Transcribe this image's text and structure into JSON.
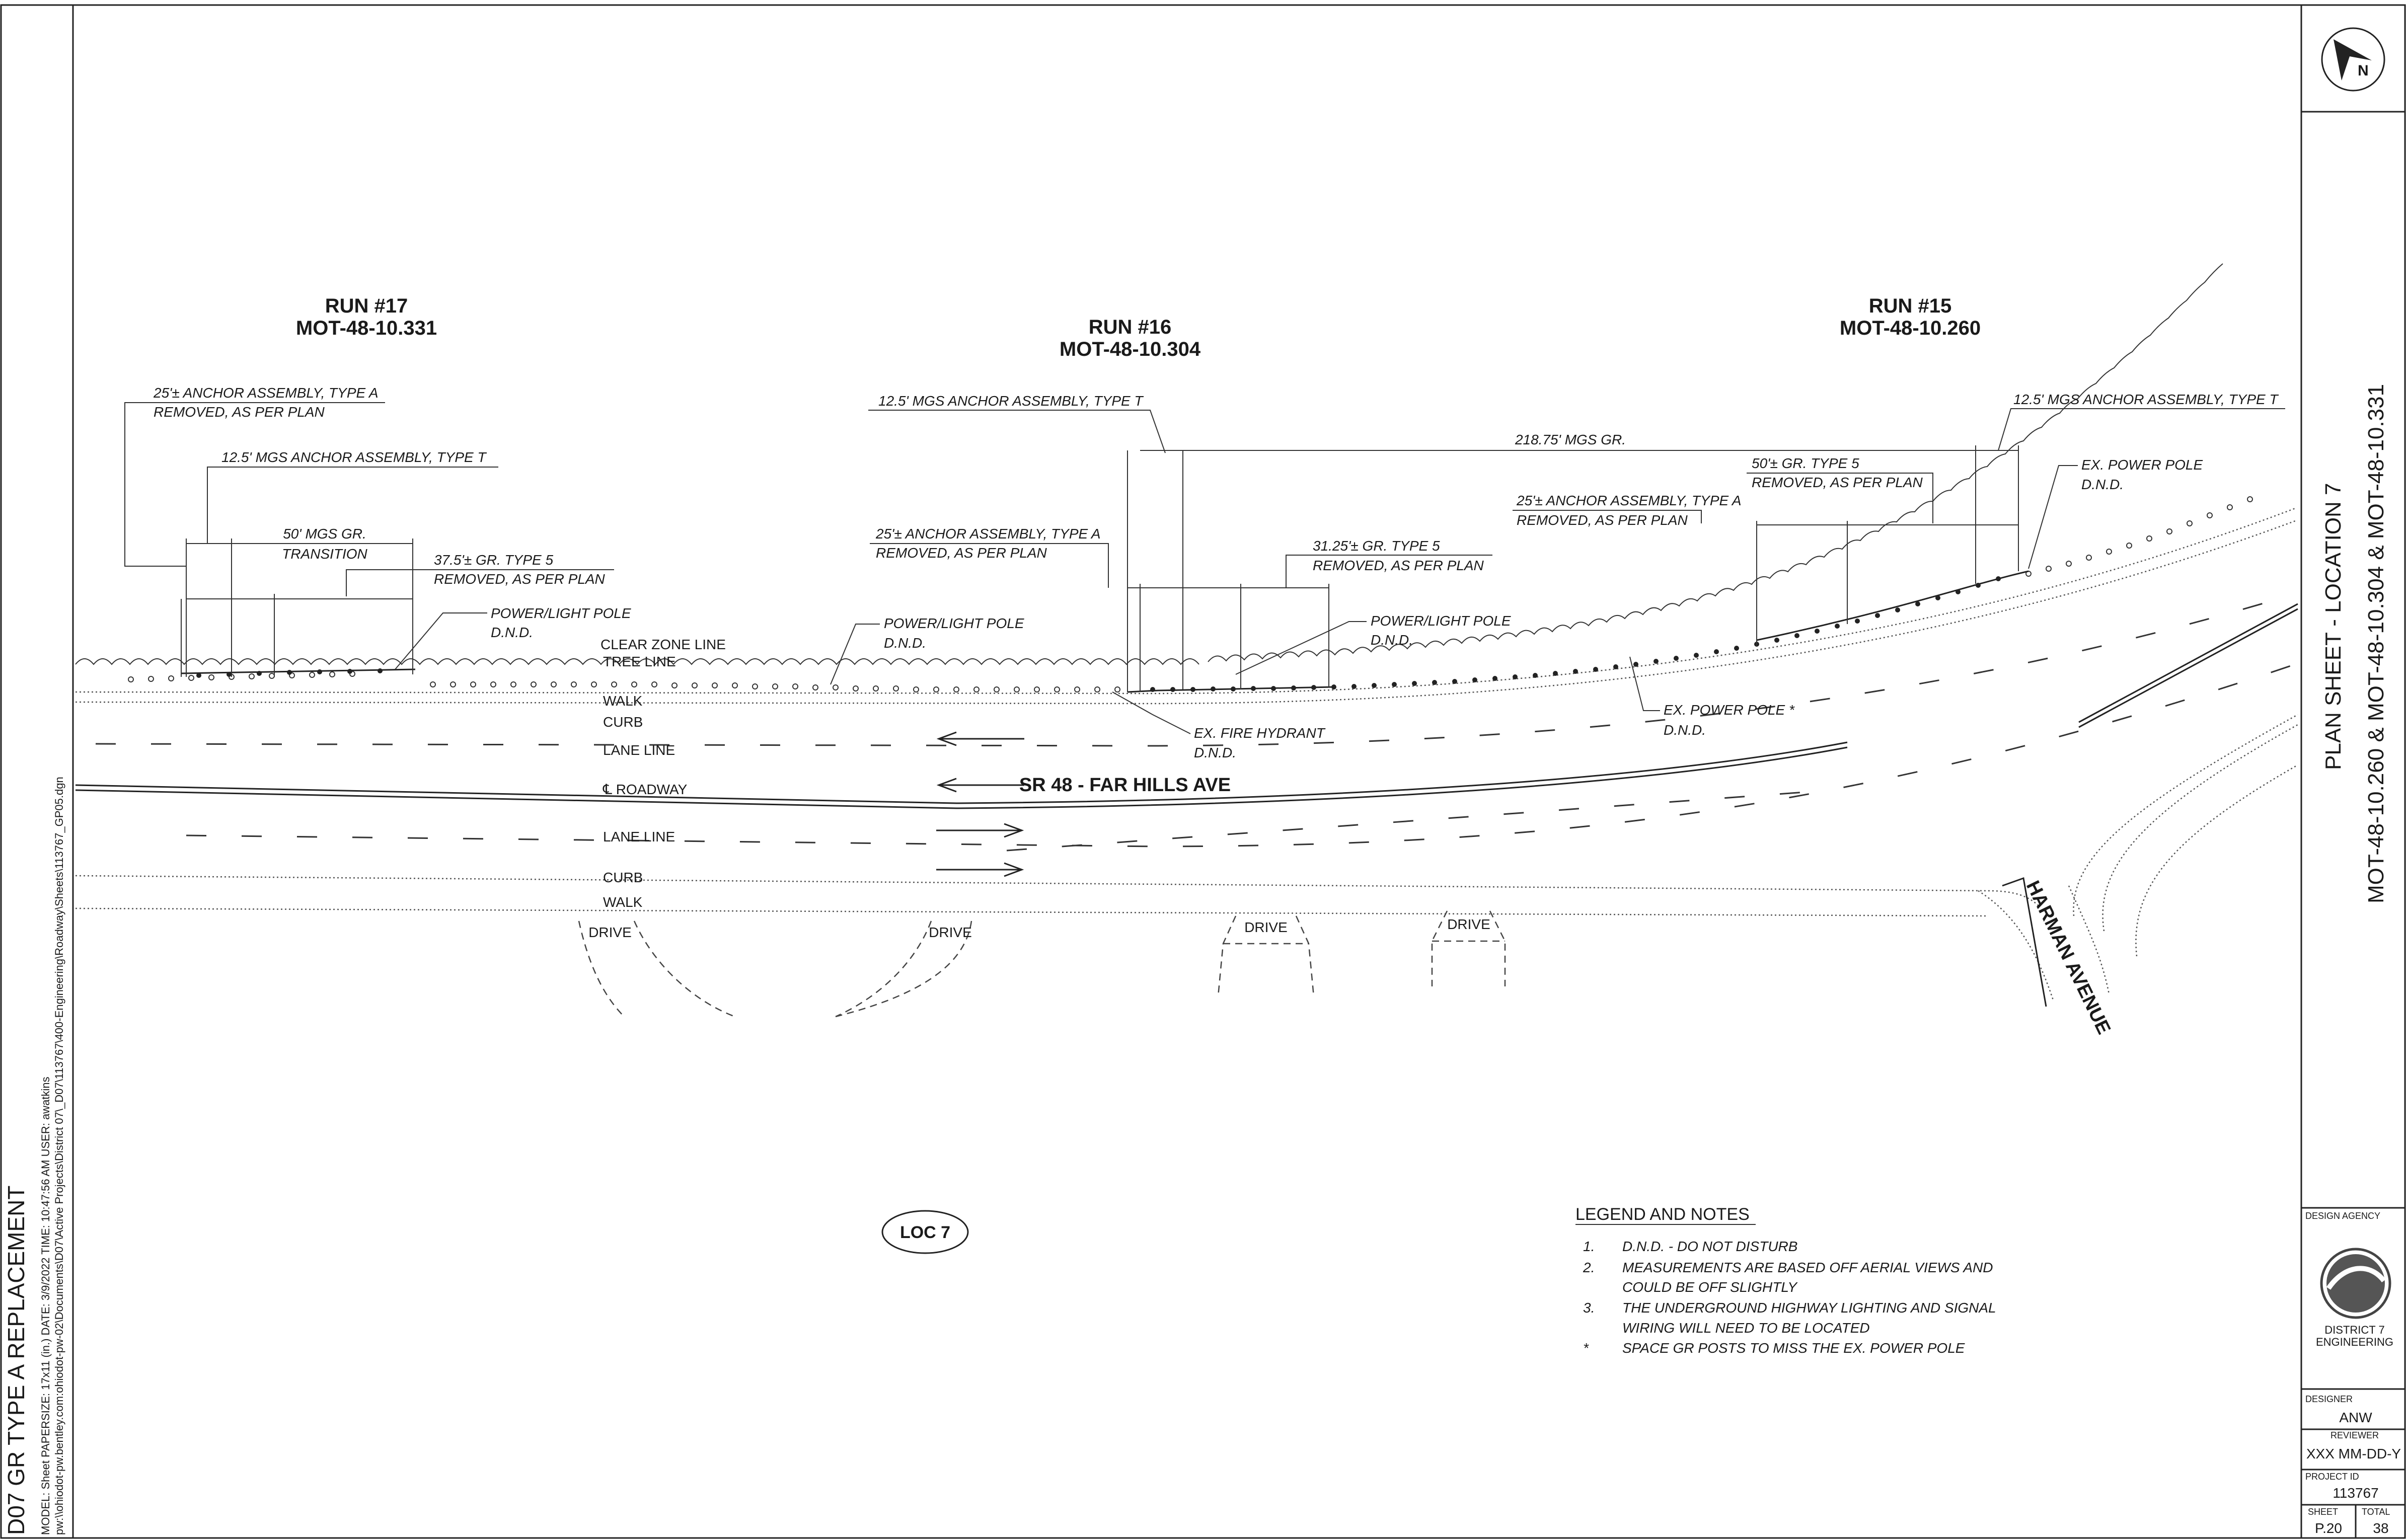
{
  "sheet": {
    "side_title": "D07 GR TYPE A REPLACEMENT",
    "file_info_1": "MODEL: Sheet   PAPERSIZE: 17x11 (in.)   DATE: 3/9/2022   TIME: 10:47:56 AM   USER: awatkins",
    "file_info_2": "pw:\\\\ohiodot-pw.bentley.com:ohiodot-pw-02\\Documents\\D07\\Active Projects\\District 07\\_D07\\113767\\400-Engineering\\Roadway\\Sheets\\113767_GP05.dgn"
  },
  "runs": [
    {
      "title": "RUN #17",
      "id": "MOT-48-10.331"
    },
    {
      "title": "RUN #16",
      "id": "MOT-48-10.304"
    },
    {
      "title": "RUN #15",
      "id": "MOT-48-10.260"
    }
  ],
  "callouts": {
    "r17_anchor_a_1": "25'± ANCHOR ASSEMBLY, TYPE A",
    "r17_anchor_a_2": "REMOVED, AS PER PLAN",
    "r17_anchor_t": "12.5' MGS ANCHOR ASSEMBLY, TYPE T",
    "r17_trans_1": "50' MGS GR.",
    "r17_trans_2": "TRANSITION",
    "r17_type5_1": "37.5'± GR. TYPE 5",
    "r17_type5_2": "REMOVED, AS PER PLAN",
    "r17_pole_1": "POWER/LIGHT POLE",
    "r17_pole_2": "D.N.D.",
    "r16_anchor_t": "12.5' MGS ANCHOR ASSEMBLY, TYPE T",
    "r16_anchor_a_1": "25'± ANCHOR ASSEMBLY, TYPE A",
    "r16_anchor_a_2": "REMOVED, AS PER PLAN",
    "r16_pole_left_1": "POWER/LIGHT POLE",
    "r16_pole_left_2": "D.N.D.",
    "r16_type5_1": "31.25'± GR. TYPE 5",
    "r16_type5_2": "REMOVED, AS PER PLAN",
    "r16_pole_right_1": "POWER/LIGHT POLE",
    "r16_pole_right_2": "D.N.D.",
    "r16_hydrant_1": "EX. FIRE HYDRANT",
    "r16_hydrant_2": "D.N.D.",
    "r15_mgs": "218.75' MGS GR.",
    "r15_type5_1": "50'± GR. TYPE 5",
    "r15_type5_2": "REMOVED, AS PER PLAN",
    "r15_anchor_a_1": "25'± ANCHOR ASSEMBLY, TYPE A",
    "r15_anchor_a_2": "REMOVED, AS PER PLAN",
    "r15_anchor_t": "12.5' MGS ANCHOR ASSEMBLY, TYPE T",
    "r15_pole_1": "EX. POWER POLE",
    "r15_pole_2": "D.N.D.",
    "r15_pole2_1": "EX. POWER POLE *",
    "r15_pole2_2": "D.N.D."
  },
  "road_labels": {
    "clear_zone": "CLEAR ZONE LINE",
    "tree_line": "TREE LINE",
    "walk_top": "WALK",
    "curb_top": "CURB",
    "lane_top": "LANE LINE",
    "centerline": "℄ ROADWAY",
    "lane_bottom": "LANE LINE",
    "curb_bottom": "CURB",
    "walk_bottom": "WALK",
    "road_name": "SR 48 - FAR HILLS AVE",
    "drive_1": "DRIVE",
    "drive_2": "DRIVE",
    "drive_3": "DRIVE",
    "drive_4": "DRIVE",
    "harman": "HARMAN AVENUE"
  },
  "loc_label": "LOC 7",
  "legend": {
    "title": "LEGEND AND NOTES",
    "items": [
      {
        "num": "1.",
        "line1": "D.N.D. - DO NOT DISTURB",
        "line2": ""
      },
      {
        "num": "2.",
        "line1": "MEASUREMENTS ARE BASED OFF AERIAL VIEWS AND",
        "line2": "COULD BE OFF SLIGHTLY"
      },
      {
        "num": "3.",
        "line1": "THE UNDERGROUND HIGHWAY LIGHTING AND SIGNAL",
        "line2": "WIRING WILL NEED TO BE LOCATED"
      },
      {
        "num": "*",
        "line1": "SPACE GR POSTS TO MISS THE EX. POWER POLE",
        "line2": ""
      }
    ]
  },
  "title_block": {
    "north": "N",
    "sheet_title": "PLAN SHEET - LOCATION 7",
    "sheet_subtitle": "MOT-48-10.260 & MOT-48-10.304 & MOT-48-10.331",
    "design_agency_label": "DESIGN AGENCY",
    "agency_name_1": "DISTRICT 7",
    "agency_name_2": "ENGINEERING",
    "designer_label": "DESIGNER",
    "designer": "ANW",
    "reviewer_label": "REVIEWER",
    "reviewer": "XXX MM-DD-Y",
    "project_id_label": "PROJECT ID",
    "project_id": "113767",
    "sheet_label": "SHEET",
    "total_label": "TOTAL",
    "sheet_no": "P.20",
    "total": "38"
  }
}
